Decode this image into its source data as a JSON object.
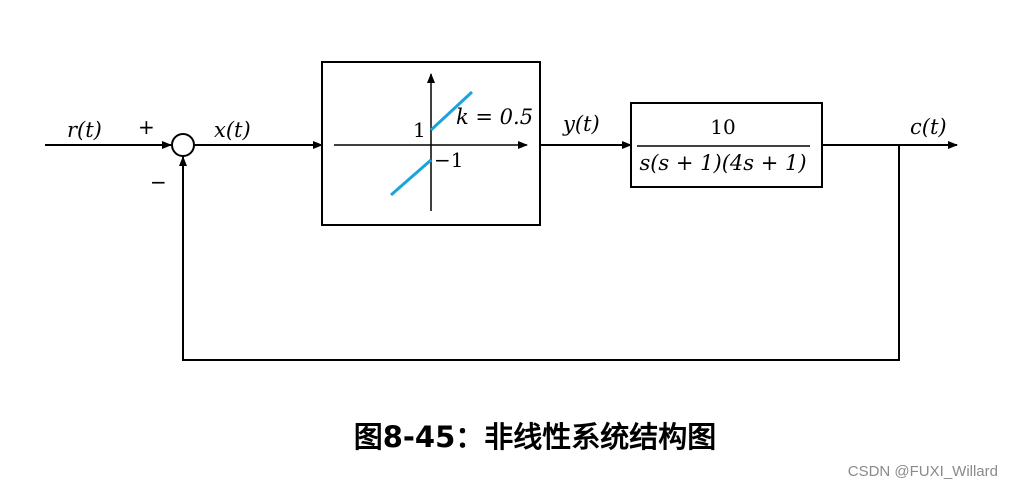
{
  "diagram": {
    "input_label": "r(t)",
    "plus_sign": "+",
    "minus_sign": "−",
    "error_label": "x(t)",
    "nonlinear_block": {
      "slope_label": "k = 0.5",
      "upper_intercept": "1",
      "lower_intercept": "−1"
    },
    "intermediate_label": "y(t)",
    "plant_block": {
      "numerator": "10",
      "denominator": "s(s + 1)(4s + 1)"
    },
    "output_label": "c(t)",
    "line_color": "#000000",
    "characteristic_color": "#1aa3dc"
  },
  "caption": "图8-45：非线性系统结构图",
  "watermark": "CSDN @FUXI_Willard"
}
